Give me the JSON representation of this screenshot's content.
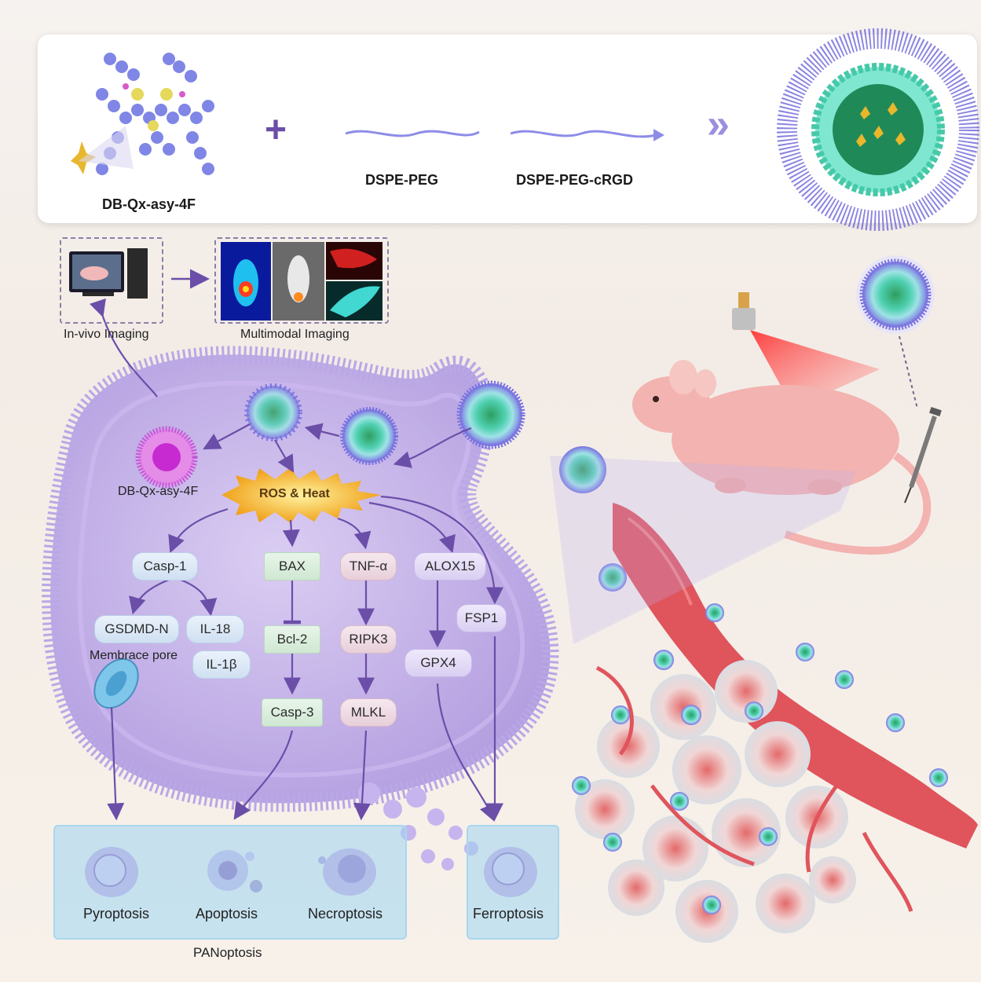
{
  "synthesis": {
    "molecule_label": "DB-Qx-asy-4F",
    "plus_symbol": "+",
    "polymer1_label": "DSPE-PEG",
    "polymer2_label": "DSPE-PEG-cRGD",
    "arrow_symbol": "»"
  },
  "imaging": {
    "invivo_label": "In-vivo Imaging",
    "multimodal_label": "Multimodal Imaging"
  },
  "cell": {
    "released_label": "DB-Qx-asy-4F",
    "ros_label": "ROS & Heat",
    "membrane_pore_label": "Membrace pore"
  },
  "pathways": {
    "casp1": "Casp-1",
    "gsdmd": "GSDMD-N",
    "il18": "IL-18",
    "il1b": "IL-1β",
    "bax": "BAX",
    "bcl2": "Bcl-2",
    "casp3": "Casp-3",
    "tnfa": "TNF-α",
    "ripk3": "RIPK3",
    "mlkl": "MLKL",
    "alox15": "ALOX15",
    "fsp1": "FSP1",
    "gpx4": "GPX4"
  },
  "fates": {
    "pyroptosis": "Pyroptosis",
    "apoptosis": "Apoptosis",
    "necroptosis": "Necroptosis",
    "ferroptosis": "Ferroptosis",
    "group_label": "PANoptosis"
  },
  "colors": {
    "arrow": "#6b4ea8",
    "membrane": "#b9a7e6",
    "cytoplasm": "#c9b7ea",
    "vessel": "#e0545c",
    "nanoparticle_core": "#2e9e5e",
    "nanoparticle_shell": "#7a72e0"
  }
}
